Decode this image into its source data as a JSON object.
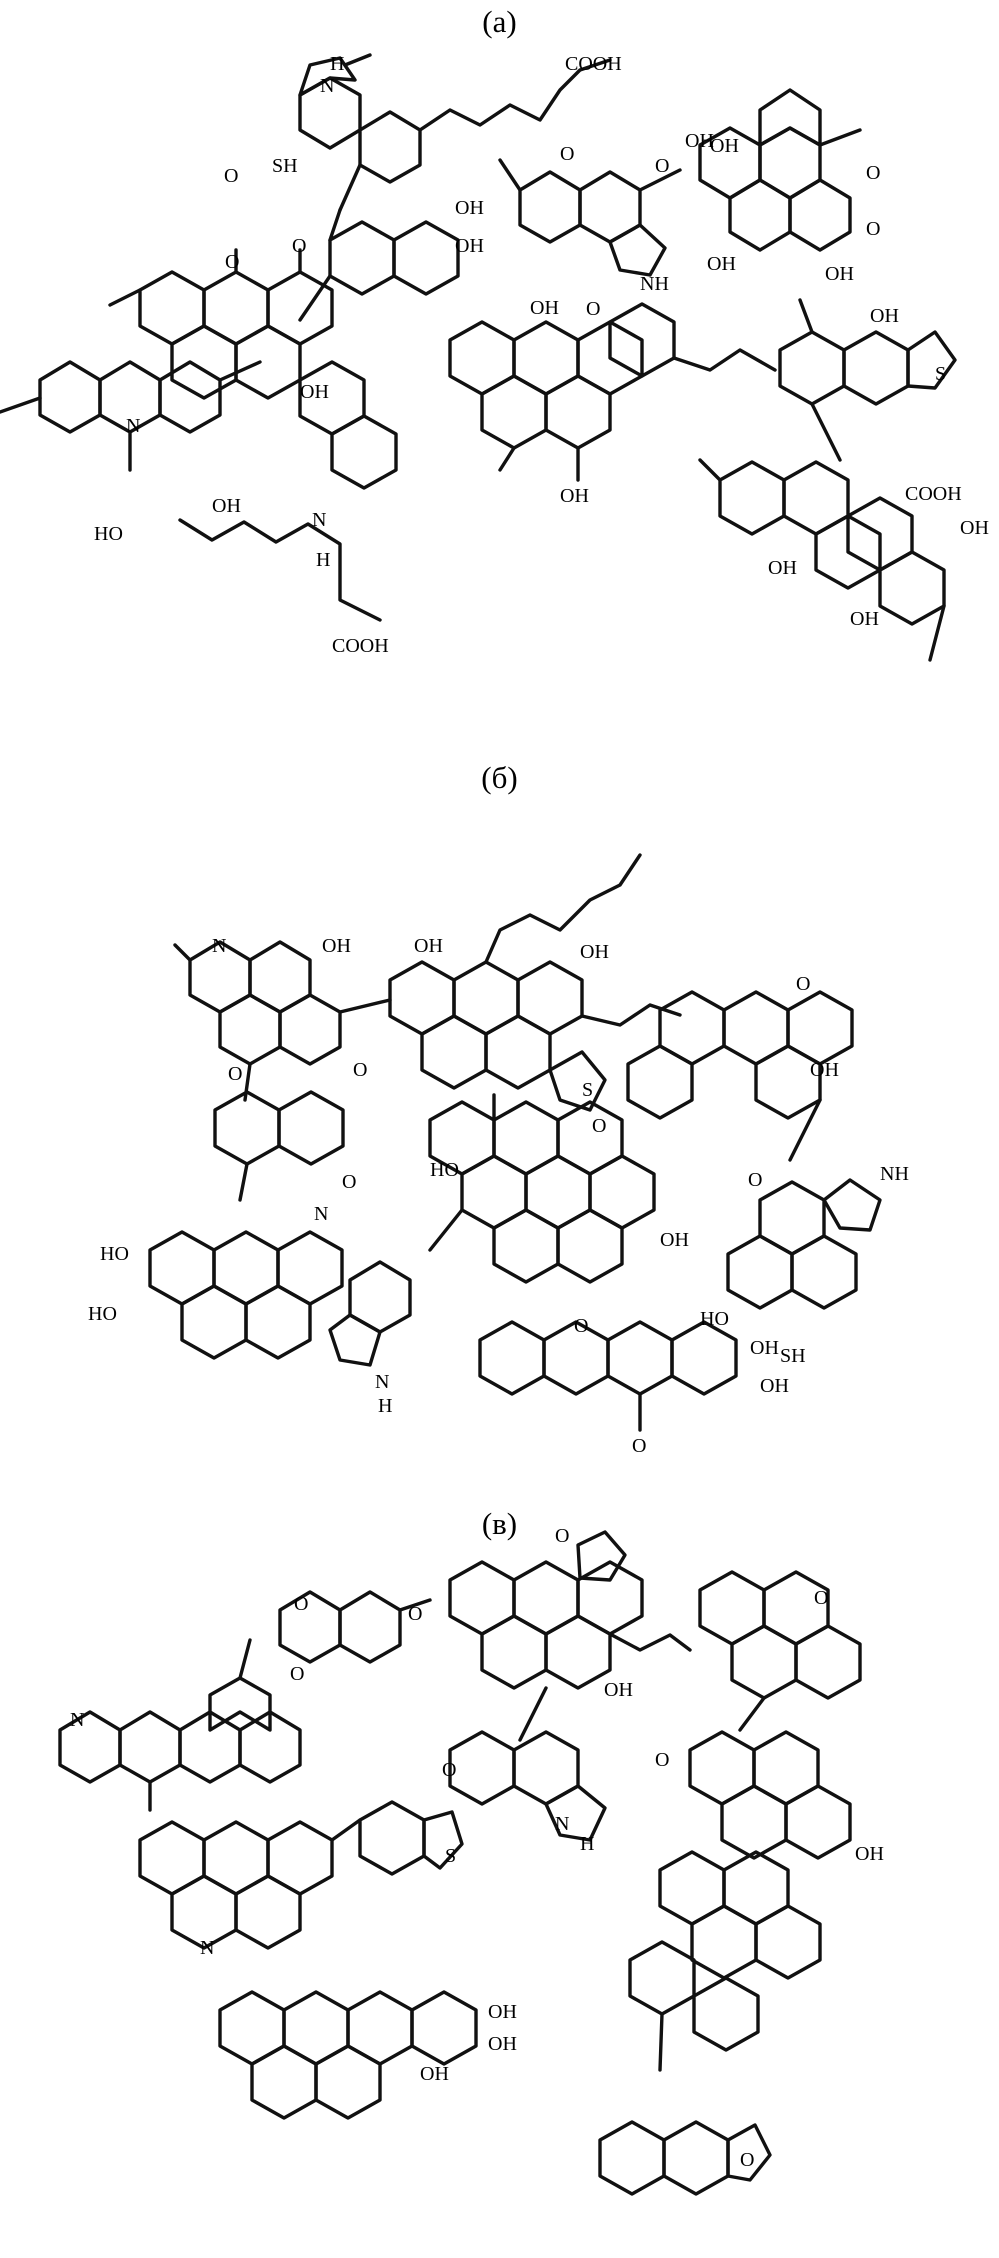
{
  "panels": [
    {
      "id": "a",
      "label": "(а)",
      "groups": [
        "COOH",
        "H",
        "N",
        "SH",
        "OH",
        "O",
        "O",
        "OH",
        "OH",
        "O",
        "O",
        "NH",
        "O",
        "OH",
        "O",
        "OH",
        "OH",
        "O",
        "OH",
        "O",
        "OH",
        "S",
        "OH",
        "N",
        "OH",
        "HO",
        "N",
        "H",
        "OH",
        "COOH",
        "OH",
        "OH",
        "OH",
        "COOH"
      ]
    },
    {
      "id": "b",
      "label": "(б)",
      "groups": [
        "N",
        "OH",
        "OH",
        "OH",
        "O",
        "O",
        "S",
        "O",
        "OH",
        "O",
        "N",
        "HO",
        "O",
        "NH",
        "HO",
        "OH",
        "O",
        "HO",
        "HO",
        "SH",
        "N",
        "H",
        "O",
        "OH",
        "OH",
        "O"
      ]
    },
    {
      "id": "c",
      "label": "(в)",
      "groups": [
        "O",
        "O",
        "O",
        "O",
        "N",
        "O",
        "OH",
        "O",
        "O",
        "S",
        "N",
        "H",
        "N",
        "OH",
        "OH",
        "OH",
        "OH",
        "O"
      ]
    }
  ]
}
